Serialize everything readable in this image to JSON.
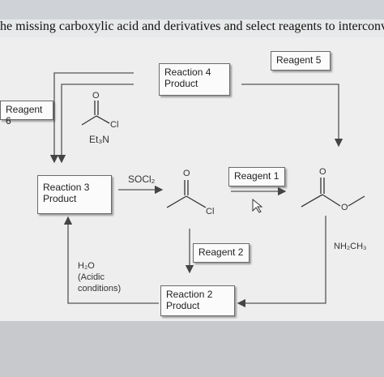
{
  "header": {
    "title": "he missing carboxylic acid and derivatives and select reagents to interconvert then"
  },
  "boxes": {
    "reaction4": "Reaction 4\nProduct",
    "reagent5": "Reagent 5",
    "reagent6": "Reagent 6",
    "reaction3": "Reaction 3\nProduct",
    "reagent1": "Reagent 1",
    "reagent2": "Reagent 2",
    "reaction2": "Reaction 2\nProduct"
  },
  "labels": {
    "socl2": "SOCl₂",
    "et3n": "Et₃N",
    "nh2ch3": "NH₂CH₃",
    "h2o": "H₂O",
    "acidic": "(Acidic",
    "conditions": "conditions)",
    "acyl_o": "O",
    "acyl_cl": "Cl",
    "ester_o_top": "O",
    "ester_o": "O",
    "top_o": "O",
    "top_cl": "Cl"
  }
}
